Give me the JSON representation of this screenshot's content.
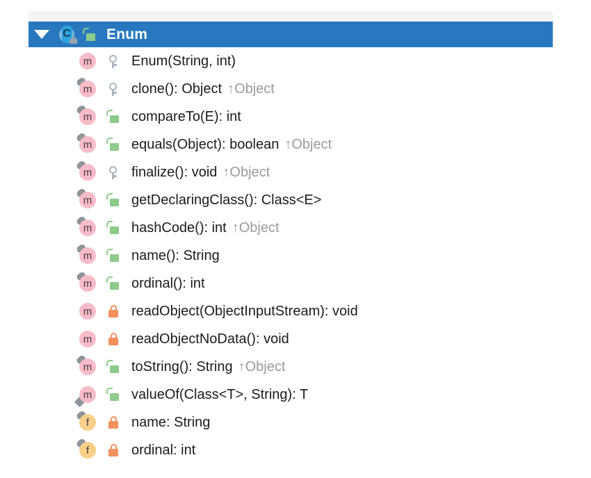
{
  "header": {
    "expand_icon": "triangle-down-icon",
    "class_icon": "class-icon",
    "class_lock_icon": "lock-closed-small-icon",
    "visibility_icon": "lock-open-green-icon",
    "title": "Enum",
    "background_color": "#2878c0",
    "title_color": "#ffffff"
  },
  "colors": {
    "selection_blue": "#2878c0",
    "method_pink": "#f7bcc8",
    "field_orange": "#f8d08a",
    "public_green": "#8ccb8a",
    "private_orange": "#f3915e",
    "protected_grey": "#a9b6c0",
    "marker_grey": "#8d959b",
    "inherited_text": "#9a9a9a",
    "text": "#1b1b1b",
    "top_strip": "#f4f4f4"
  },
  "members": [
    {
      "kind": "m",
      "kind_icon": "method-icon",
      "visibility": "protected",
      "visibility_icon": "key-grey-icon",
      "marker": "none",
      "label": "Enum(String, int)",
      "inherited": ""
    },
    {
      "kind": "m",
      "kind_icon": "method-icon",
      "visibility": "protected",
      "visibility_icon": "key-grey-icon",
      "marker": "override",
      "label": "clone(): Object",
      "inherited": "↑Object"
    },
    {
      "kind": "m",
      "kind_icon": "method-icon",
      "visibility": "public",
      "visibility_icon": "lock-open-green-icon",
      "marker": "override",
      "label": "compareTo(E): int",
      "inherited": ""
    },
    {
      "kind": "m",
      "kind_icon": "method-icon",
      "visibility": "public",
      "visibility_icon": "lock-open-green-icon",
      "marker": "override",
      "label": "equals(Object): boolean",
      "inherited": "↑Object"
    },
    {
      "kind": "m",
      "kind_icon": "method-icon",
      "visibility": "protected",
      "visibility_icon": "key-grey-icon",
      "marker": "override",
      "label": "finalize(): void",
      "inherited": "↑Object"
    },
    {
      "kind": "m",
      "kind_icon": "method-icon",
      "visibility": "public",
      "visibility_icon": "lock-open-green-icon",
      "marker": "override",
      "label": "getDeclaringClass(): Class<E>",
      "inherited": ""
    },
    {
      "kind": "m",
      "kind_icon": "method-icon",
      "visibility": "public",
      "visibility_icon": "lock-open-green-icon",
      "marker": "override",
      "label": "hashCode(): int",
      "inherited": "↑Object"
    },
    {
      "kind": "m",
      "kind_icon": "method-icon",
      "visibility": "public",
      "visibility_icon": "lock-open-green-icon",
      "marker": "override",
      "label": "name(): String",
      "inherited": ""
    },
    {
      "kind": "m",
      "kind_icon": "method-icon",
      "visibility": "public",
      "visibility_icon": "lock-open-green-icon",
      "marker": "override",
      "label": "ordinal(): int",
      "inherited": ""
    },
    {
      "kind": "m",
      "kind_icon": "method-icon",
      "visibility": "private",
      "visibility_icon": "lock-closed-orange-icon",
      "marker": "none",
      "label": "readObject(ObjectInputStream): void",
      "inherited": ""
    },
    {
      "kind": "m",
      "kind_icon": "method-icon",
      "visibility": "private",
      "visibility_icon": "lock-closed-orange-icon",
      "marker": "none",
      "label": "readObjectNoData(): void",
      "inherited": ""
    },
    {
      "kind": "m",
      "kind_icon": "method-icon",
      "visibility": "public",
      "visibility_icon": "lock-open-green-icon",
      "marker": "override",
      "label": "toString(): String",
      "inherited": "↑Object"
    },
    {
      "kind": "m",
      "kind_icon": "method-icon",
      "visibility": "public",
      "visibility_icon": "lock-open-green-icon",
      "marker": "static",
      "label": "valueOf(Class<T>, String): T",
      "inherited": ""
    },
    {
      "kind": "f",
      "kind_icon": "field-icon",
      "visibility": "private",
      "visibility_icon": "lock-closed-orange-icon",
      "marker": "override",
      "label": "name: String",
      "inherited": ""
    },
    {
      "kind": "f",
      "kind_icon": "field-icon",
      "visibility": "private",
      "visibility_icon": "lock-closed-orange-icon",
      "marker": "override",
      "label": "ordinal: int",
      "inherited": ""
    }
  ]
}
